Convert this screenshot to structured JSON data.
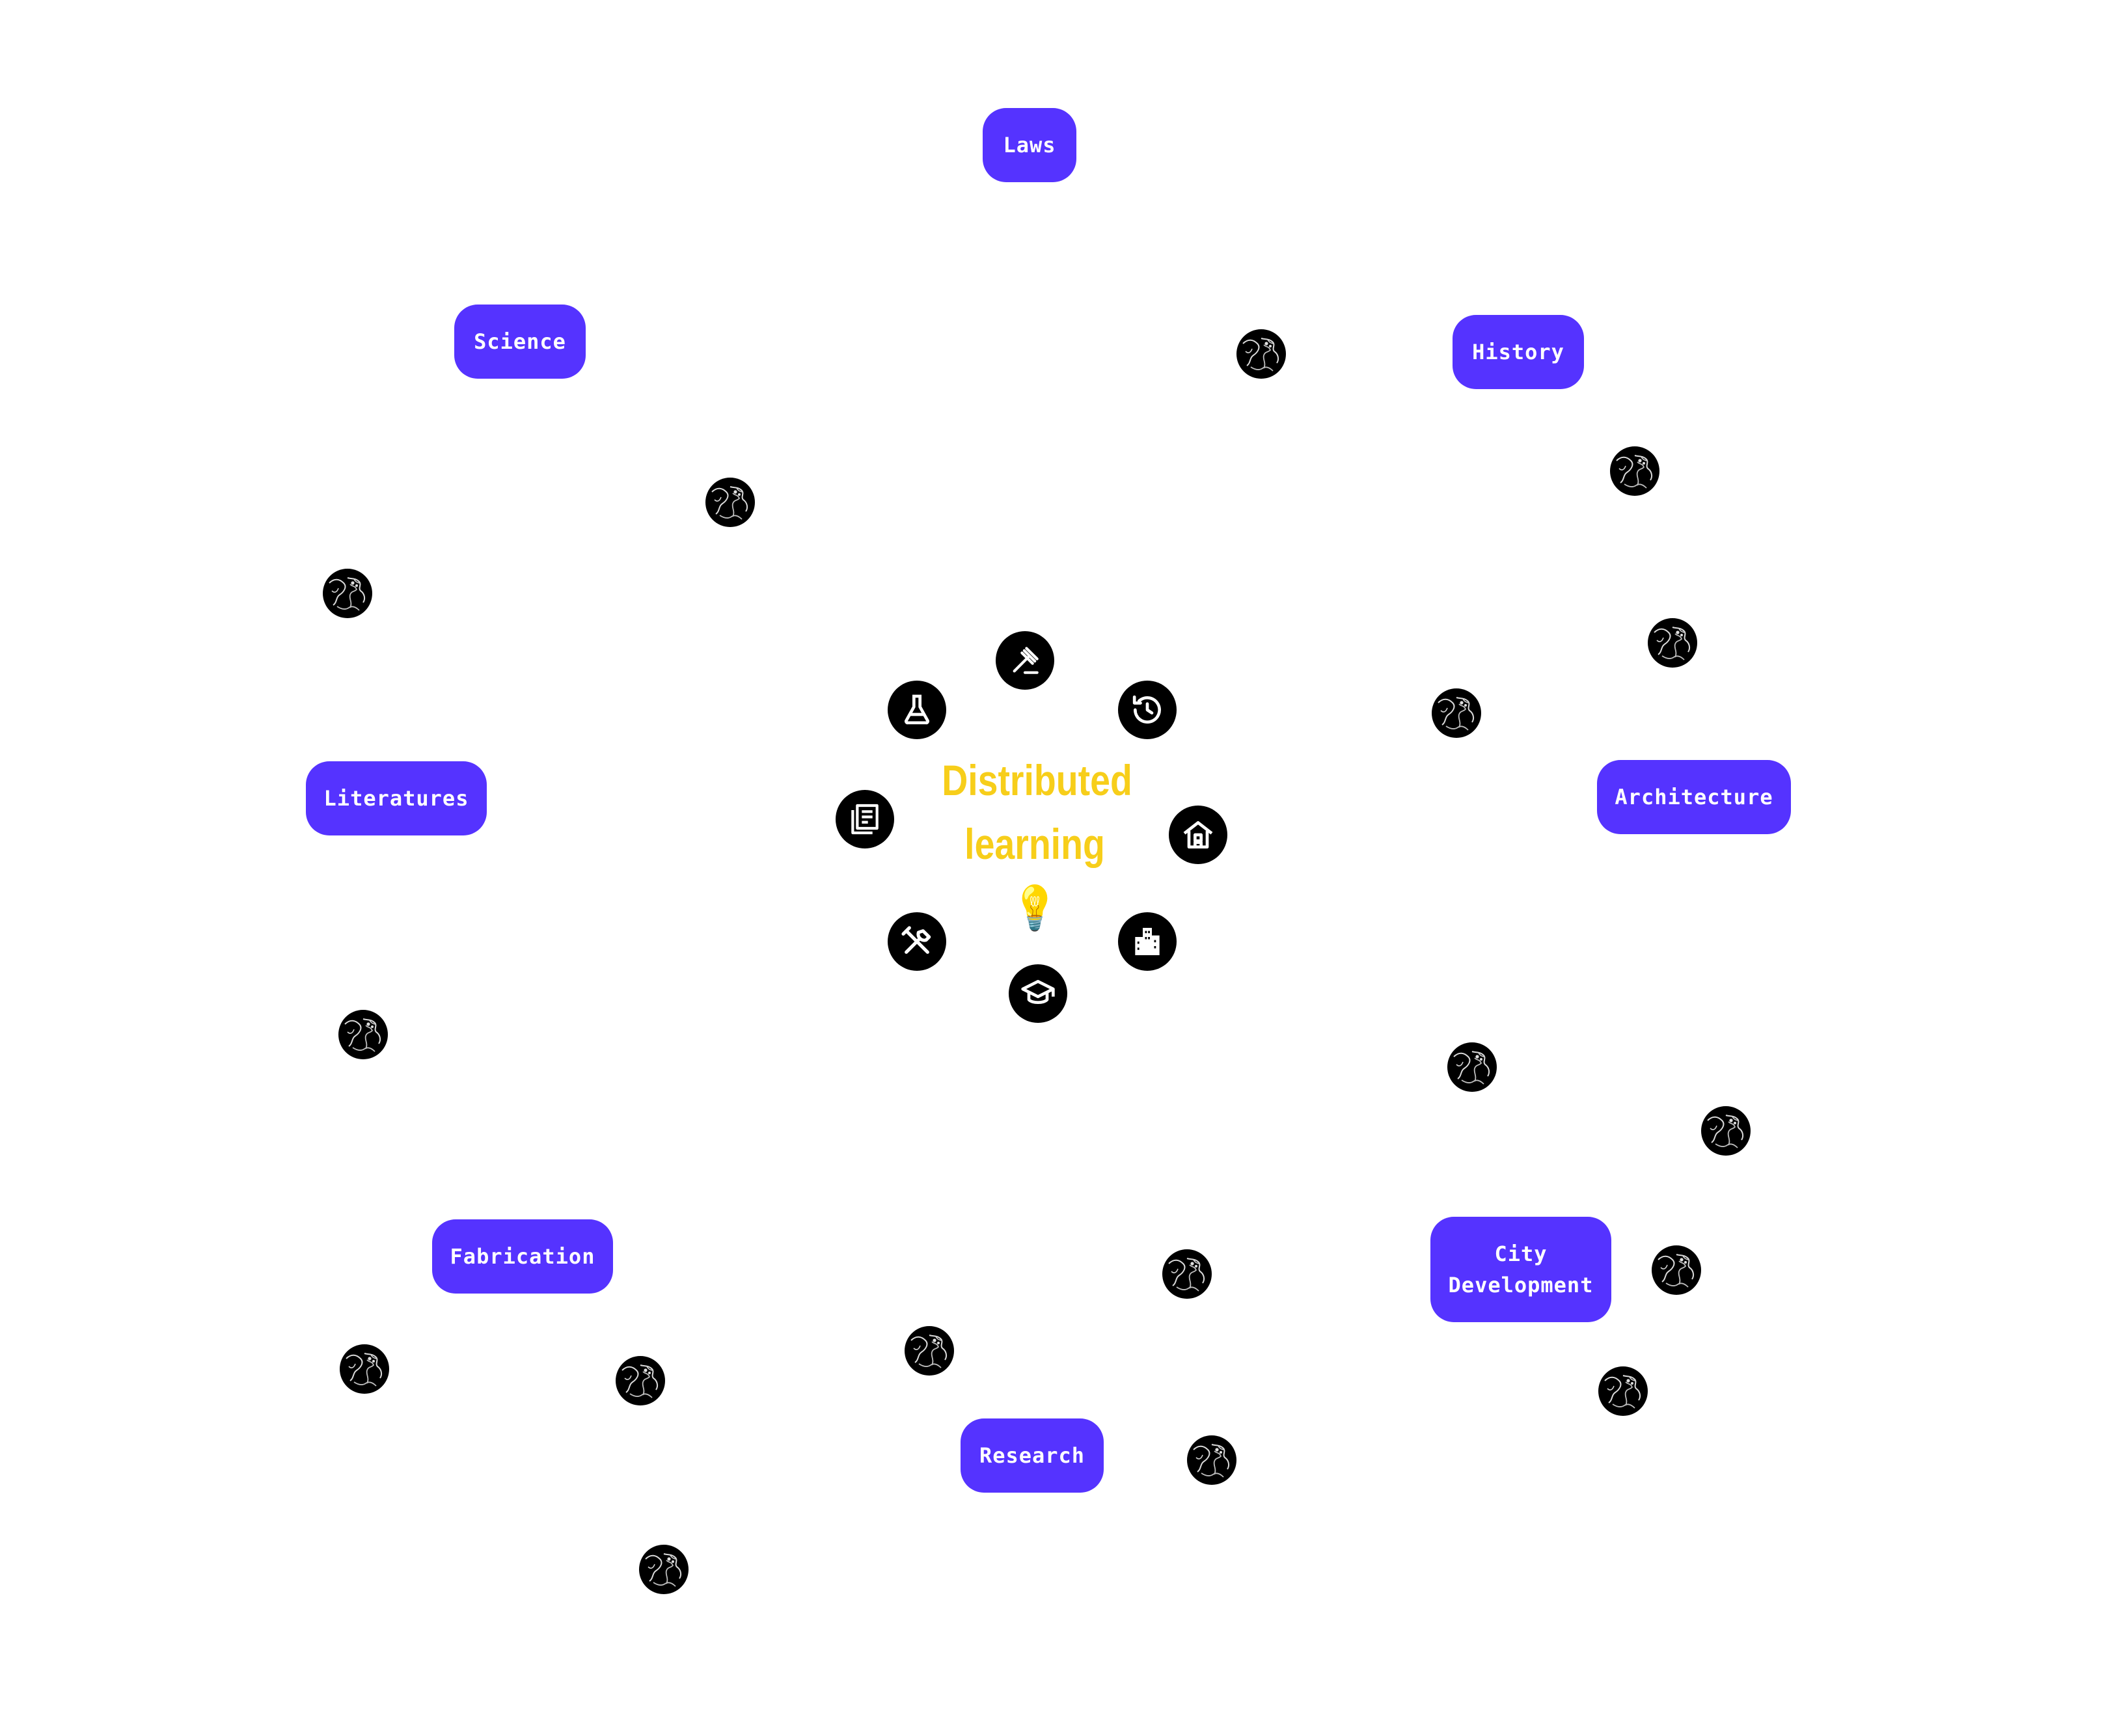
{
  "colors": {
    "accent": "#5533ff",
    "title": "#f7ce1a",
    "icon_bg": "#000000",
    "icon_fg": "#ffffff"
  },
  "center": {
    "line1": "Distributed",
    "line2": "learning",
    "emoji": "💡"
  },
  "topics": {
    "laws": "Laws",
    "science": "Science",
    "history": "History",
    "literatures": "Literatures",
    "architecture": "Architecture",
    "fabrication": "Fabrication",
    "city_line1": "City",
    "city_line2": "Development",
    "research": "Research"
  },
  "icons": [
    "gavel-icon",
    "flask-icon",
    "history-icon",
    "articles-icon",
    "home-icon",
    "tools-icon",
    "city-icon",
    "graduation-cap-icon"
  ],
  "globe_icon": "globe-icon"
}
